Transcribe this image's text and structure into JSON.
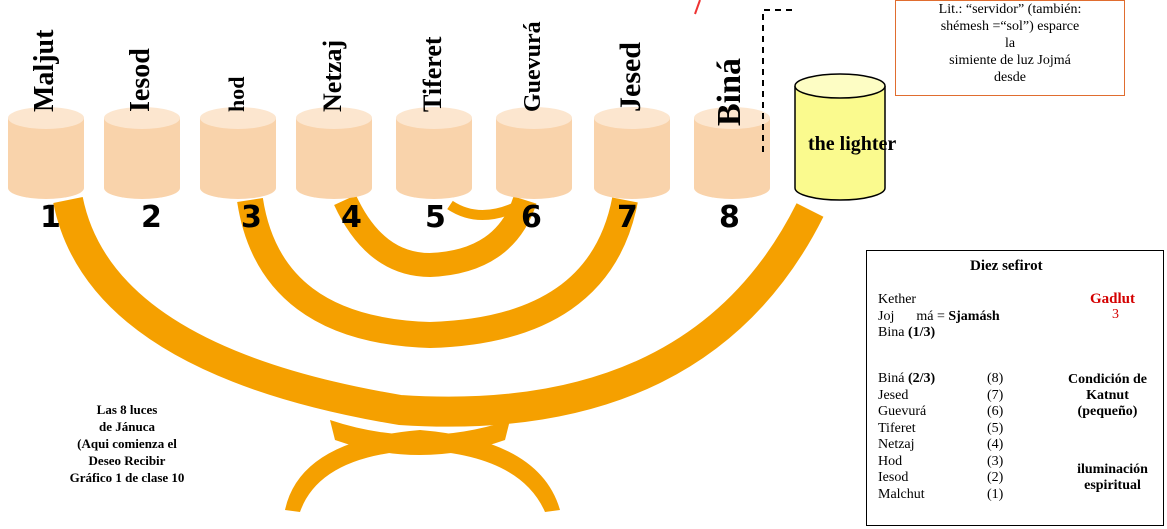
{
  "note_lines": [
    "Lit.: “servidor” (también:",
    "shémesh =“sol”) esparce",
    "la",
    "simiente de luz Jojmá",
    "desde"
  ],
  "candles": [
    {
      "name": "Maljut",
      "number": "1"
    },
    {
      "name": "Iesod",
      "number": "2"
    },
    {
      "name": "hod",
      "number": "3"
    },
    {
      "name": "Netzaj",
      "number": "4"
    },
    {
      "name": "Tiferet",
      "number": "5"
    },
    {
      "name": "Guevurá",
      "number": "6"
    },
    {
      "name": "Jesed",
      "number": "7"
    },
    {
      "name": "Biná",
      "number": "8"
    }
  ],
  "lighter_label": "the lighter",
  "caption_lines": [
    "Las 8 luces",
    "de Jánuca",
    "(Aqui comienza el",
    "Deseo Recibir",
    "Gráfico 1 de clase 10"
  ],
  "sefirot_box": {
    "title": "Diez sefirot",
    "kether": "Kether",
    "joj_prefix": "Joj",
    "joj_mid": "má = ",
    "joj_bold": "Sjamásh",
    "bina_prefix": "Bina ",
    "bina_bold": "(1/3)",
    "gadlut_label": "Gadlut",
    "gadlut_number": "3",
    "list": [
      {
        "name": "Biná ",
        "bold": "(2/3)",
        "num": "(8)"
      },
      {
        "name": "Jesed",
        "bold": "",
        "num": "(7)"
      },
      {
        "name": "Guevurá",
        "bold": "",
        "num": "(6)"
      },
      {
        "name": "Tiferet",
        "bold": "",
        "num": "(5)"
      },
      {
        "name": "Netzaj",
        "bold": "",
        "num": "(4)"
      },
      {
        "name": "Hod",
        "bold": "",
        "num": "(3)"
      },
      {
        "name": "Iesod",
        "bold": "",
        "num": "(2)"
      },
      {
        "name": "Malchut",
        "bold": "",
        "num": "(1)"
      }
    ],
    "condition_lines": [
      "Condición de",
      "Katnut",
      "(pequeño)"
    ],
    "illumination_lines": [
      "iluminación",
      "espiritual"
    ]
  },
  "colors": {
    "arm": "#f5a000",
    "candle_fill": "#f9d3ab",
    "candle_top": "#fce6cf",
    "lighter_fill": "#fafa8e",
    "lighter_top": "#fdfdc4",
    "note_border": "#e06d2f",
    "gadlut_red": "#d40000"
  }
}
